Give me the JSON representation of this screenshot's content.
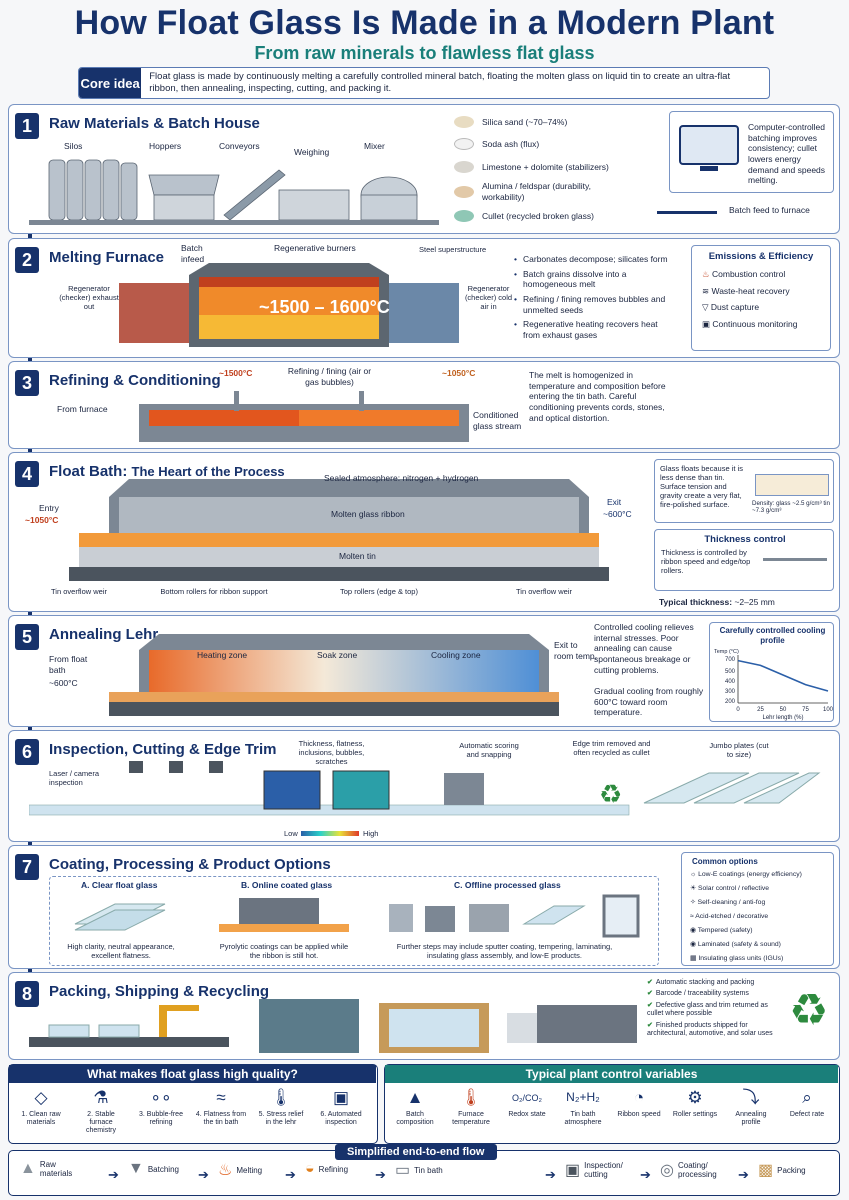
{
  "header": {
    "title": "How Float Glass Is Made in a Modern Plant",
    "subtitle": "From raw minerals to flawless flat glass"
  },
  "core_idea": {
    "label": "Core idea",
    "text": "Float glass is made by continuously melting a carefully controlled mineral batch, floating the molten glass on liquid tin to create an ultra-flat ribbon, then annealing, inspecting, cutting, and packing it."
  },
  "s1": {
    "num": "1",
    "title": "Raw Materials & Batch House",
    "equipment": [
      "Silos",
      "Hoppers",
      "Conveyors",
      "Weighing",
      "Mixer"
    ],
    "materials": [
      "Silica sand (~70–74%)",
      "Soda ash (flux)",
      "Limestone + dolomite (stabilizers)",
      "Alumina / feldspar (durability, workability)",
      "Cullet (recycled broken glass)"
    ],
    "note": "Computer-controlled batching improves consistency; cullet lowers energy demand and speeds melting.",
    "feed": "Batch feed to furnace"
  },
  "s2": {
    "num": "2",
    "title": "Melting Furnace",
    "labels": {
      "batch": "Batch infeed",
      "burners": "Regenerative burners",
      "steel": "Steel superstructure",
      "temp": "~1500 – 1600°C",
      "regen_left": "Regenerator (checker) exhaust out",
      "regen_right": "Regenerator (checker) cold air in"
    },
    "bullets": [
      "Carbonates decompose; silicates form",
      "Batch grains dissolve into a homogeneous melt",
      "Refining / fining removes bubbles and unmelted seeds",
      "Regenerative heating recovers heat from exhaust gases"
    ],
    "emissions_title": "Emissions & Efficiency",
    "emissions": [
      "Combustion control",
      "Waste-heat recovery",
      "Dust capture",
      "Continuous monitoring"
    ]
  },
  "s3": {
    "num": "3",
    "title": "Refining & Conditioning",
    "labels": {
      "t1": "~1500°C",
      "fining": "Refining / fining (air or gas bubbles)",
      "t2": "~1050°C",
      "from": "From furnace",
      "stream": "Conditioned glass stream"
    },
    "text": "The melt is homogenized in temperature and composition before entering the tin bath. Careful conditioning prevents cords, stones, and optical distortion."
  },
  "s4": {
    "num": "4",
    "title": "Float Bath:",
    "title2": "The Heart of the Process",
    "labels": {
      "atmos": "Sealed atmosphere: nitrogen + hydrogen",
      "entry": "Entry",
      "entry_t": "~1050°C",
      "exit": "Exit",
      "exit_t": "~600°C",
      "ribbon": "Molten glass ribbon",
      "tin": "Molten tin",
      "weir_l": "Tin overflow weir",
      "bottom": "Bottom rollers for ribbon support",
      "top": "Top rollers (edge & top)",
      "weir_r": "Tin overflow weir"
    },
    "float_note": "Glass floats because it is less dense than tin. Surface tension and gravity create a very flat, fire-polished surface.",
    "density": "Density: glass ~2.5 g/cm³  tin ~7.3 g/cm³",
    "thick_title": "Thickness control",
    "thick_text": "Thickness is controlled by ribbon speed and edge/top rollers.",
    "typical": "Typical thickness:",
    "typical_val": "~2–25 mm"
  },
  "s5": {
    "num": "5",
    "title": "Annealing Lehr",
    "labels": {
      "from": "From float bath",
      "from_t": "~600°C",
      "heating": "Heating zone",
      "soak": "Soak zone",
      "cooling": "Cooling zone",
      "exit": "Exit to room temp."
    },
    "text1": "Controlled cooling relieves internal stresses. Poor annealing can cause spontaneous breakage or cutting problems.",
    "text2": "Gradual cooling from roughly 600°C toward room temperature.",
    "chart_title": "Carefully controlled cooling profile"
  },
  "chart_data": {
    "type": "line",
    "title": "Carefully controlled cooling profile",
    "xlabel": "Lehr length (%)",
    "ylabel": "Temp (°C)",
    "x": [
      0,
      25,
      50,
      75,
      100
    ],
    "y": [
      680,
      620,
      500,
      380,
      300
    ],
    "xticks": [
      "0",
      "25",
      "50",
      "75",
      "100"
    ],
    "yticks": [
      "700",
      "500",
      "400",
      "300",
      "200"
    ],
    "xlim": [
      0,
      100
    ],
    "ylim": [
      150,
      750
    ]
  },
  "s6": {
    "num": "6",
    "title": "Inspection, Cutting & Edge Trim",
    "labels": {
      "laser": "Laser / camera inspection",
      "defects": "Thickness, flatness, inclusions, bubbles, scratches",
      "scoring": "Automatic scoring and snapping",
      "trim": "Edge trim removed and often recycled as cullet",
      "jumbo": "Jumbo plates (cut to size)",
      "low": "Low",
      "high": "High"
    }
  },
  "s7": {
    "num": "7",
    "title": "Coating, Processing & Product Options",
    "a_title": "A. Clear float glass",
    "a_text": "High clarity, neutral appearance, excellent flatness.",
    "b_title": "B. Online coated glass",
    "b_text": "Pyrolytic coatings can be applied while the ribbon is still hot.",
    "c_title": "C. Offline processed glass",
    "c_text": "Further steps may include sputter coating, tempering, laminating, insulating glass assembly, and low-E products.",
    "options_title": "Common options",
    "options": [
      "Low-E coatings (energy efficiency)",
      "Solar control / reflective",
      "Self-cleaning / anti-fog",
      "Acid-etched / decorative",
      "Tempered (safety)",
      "Laminated (safety & sound)",
      "Insulating glass units (IGUs)"
    ]
  },
  "s8": {
    "num": "8",
    "title": "Packing, Shipping & Recycling",
    "items": [
      "Automatic stacking and packing",
      "Barcode / traceability systems",
      "Defective glass and trim returned as cullet where possible",
      "Finished products shipped for architectural, automotive, and solar uses"
    ]
  },
  "quality": {
    "title": "What makes float glass high quality?",
    "items": [
      "1. Clean raw materials",
      "2. Stable furnace chemistry",
      "3. Bubble-free refining",
      "4. Flatness from the tin bath",
      "5. Stress relief in the lehr",
      "6. Automated inspection"
    ]
  },
  "controls": {
    "title": "Typical plant control variables",
    "items": [
      "Batch composition",
      "Furnace temperature",
      "Redox state",
      "Tin bath atmosphere",
      "Ribbon speed",
      "Roller settings",
      "Annealing profile",
      "Defect rate"
    ]
  },
  "flow": {
    "title": "Simplified end-to-end flow",
    "steps": [
      "Raw materials",
      "Batching",
      "Melting",
      "Refining",
      "Tin bath",
      "Inspection/ cutting",
      "Coating/ processing",
      "Packing"
    ]
  }
}
